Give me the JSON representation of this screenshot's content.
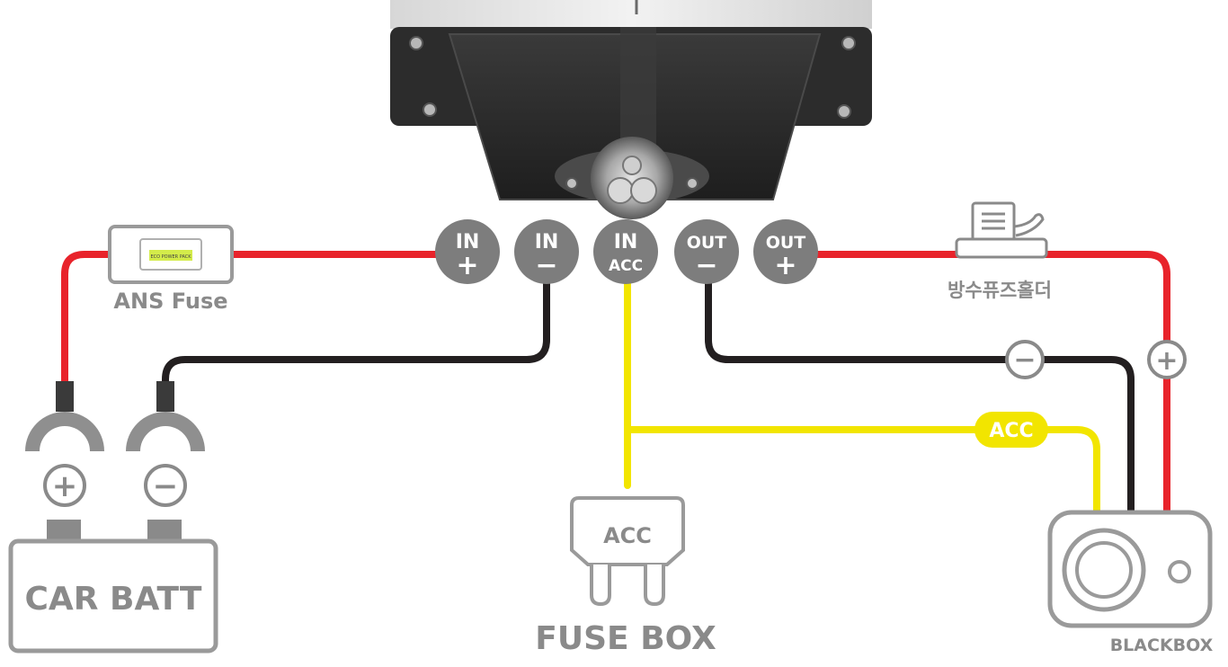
{
  "terminals": {
    "in_plus": {
      "label": "IN",
      "sign": "+"
    },
    "in_minus": {
      "label": "IN",
      "sign": "−"
    },
    "in_acc": {
      "label": "IN",
      "sign": "ACC"
    },
    "out_minus": {
      "label": "OUT",
      "sign": "−"
    },
    "out_plus": {
      "label": "OUT",
      "sign": "+"
    }
  },
  "ans_fuse": {
    "label": "ANS Fuse",
    "chip_text": "ECO POWER PACK"
  },
  "waterproof_fuse_holder": {
    "label": "방수퓨즈홀더"
  },
  "car_battery": {
    "label": "CAR BATT",
    "plus": "+",
    "minus": "−"
  },
  "fusebox": {
    "fuse_label": "ACC",
    "label_part1": "FUSE",
    "label_part2": "BOX"
  },
  "blackbox": {
    "label": "BLACKBOX"
  },
  "wire_tags": {
    "minus": "−",
    "plus": "+",
    "acc": "ACC"
  },
  "colors": {
    "positive_wire": "#e8232b",
    "negative_wire": "#231f20",
    "acc_wire": "#f2e500",
    "device_gray": "#8a8a8a",
    "terminal_gray": "#7d7d7d",
    "acc_tag": "#f2e500"
  }
}
